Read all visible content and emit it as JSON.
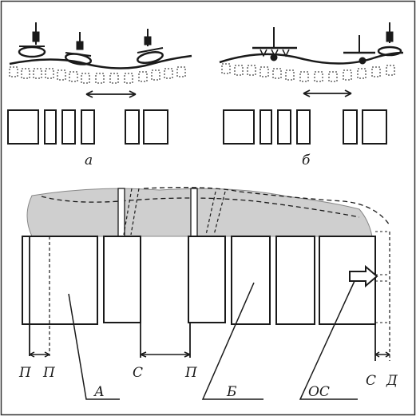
{
  "panels": {
    "top_left_label": "а",
    "top_right_label": "б"
  },
  "bottom": {
    "labels": {
      "p1": "П",
      "p2": "П",
      "c1": "С",
      "p3": "П",
      "c2": "С",
      "d": "Д",
      "a": "А",
      "b": "Б",
      "os": "ОС"
    }
  },
  "colors": {
    "ink": "#1a1a1a",
    "rock_fill": "#cfcfcf",
    "frame": "#333333"
  }
}
